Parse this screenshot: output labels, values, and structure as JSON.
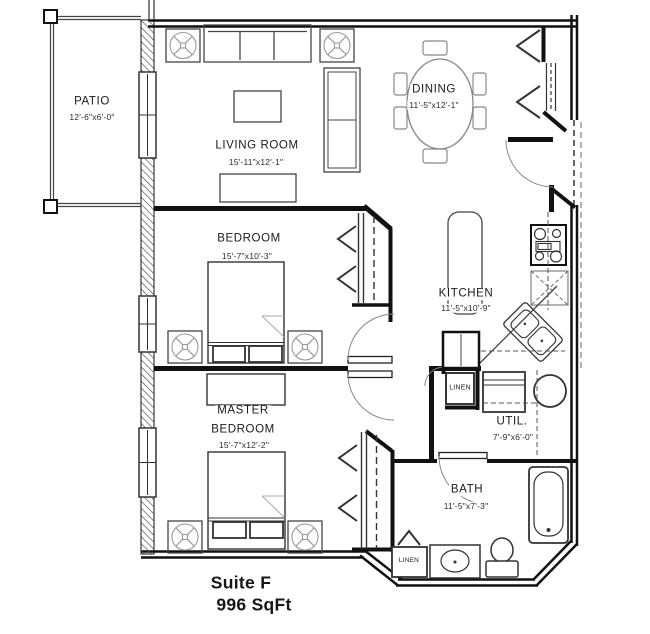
{
  "plan": {
    "footer": {
      "title": "Suite F",
      "area": "996 SqFt"
    },
    "rooms": {
      "patio": {
        "name": "PATIO",
        "dims": "12'-6\"x6'-0\""
      },
      "living_room": {
        "name": "LIVING ROOM",
        "dims": "15'-11\"x12'-1\""
      },
      "dining": {
        "name": "DINING",
        "dims": "11'-5\"x12'-1\""
      },
      "bedroom": {
        "name": "BEDROOM",
        "dims": "15'-7\"x10'-3\""
      },
      "kitchen": {
        "name": "KITCHEN",
        "dims": "11'-5\"x10'-9\""
      },
      "master_bedroom": {
        "name_line1": "MASTER",
        "name_line2": "BEDROOM",
        "dims": "15'-7\"x12'-2\""
      },
      "utility": {
        "name": "UTIL.",
        "dims": "7'-9\"x6'-0\""
      },
      "bath": {
        "name": "BATH",
        "dims": "11'-5\"x7'-3\""
      }
    },
    "closets": {
      "linen_hall": "LINEN",
      "linen_bath": "LINEN"
    },
    "colors": {
      "line": "#1a1a1a",
      "furniture": "#555555",
      "light_gray": "#999999",
      "background": "#ffffff"
    }
  }
}
